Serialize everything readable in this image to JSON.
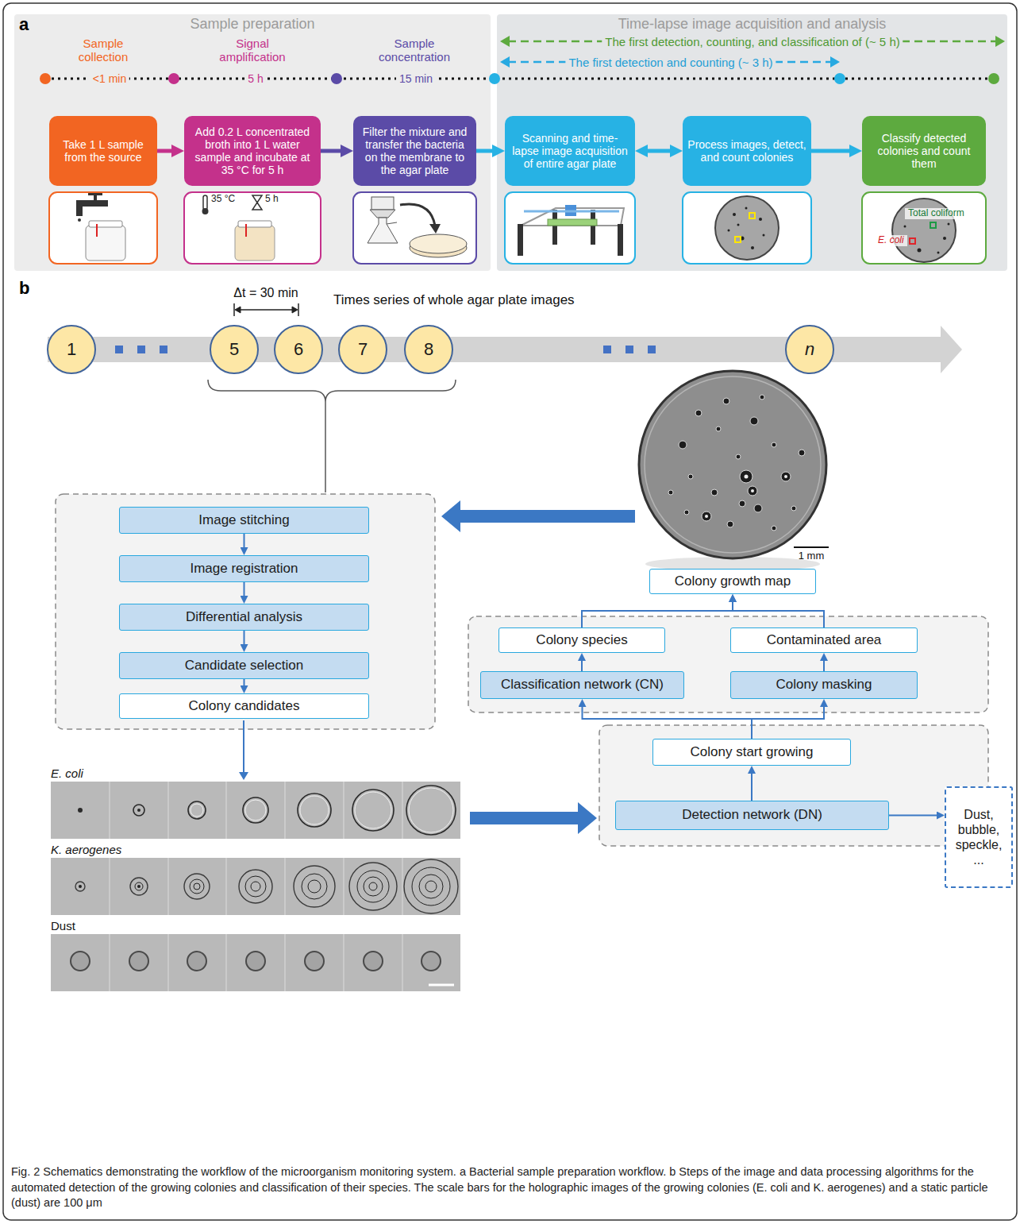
{
  "diagram": {
    "caption": "Fig. 2 Schematics demonstrating the workflow of the microorganism monitoring system. a Bacterial sample preparation workflow. b Steps of the image and data processing algorithms for the automated detection of the growing colonies and classification of their species. The scale bars for the holographic images of the growing colonies (E. coli and K. aerogenes) and a static particle (dust) are 100 μm",
    "nodes": [
      {
        "text": [
          "Sample preparation"
        ]
      },
      {
        "text": [
          "Take 1 L sample from the source"
        ],
        "in": 0
      },
      {
        "text": [
          "Add 0.2 L concentrated broth into 1 L water sample and incubate at 35 °C for 5 h"
        ],
        "in": 0
      },
      {
        "text": [
          "Filter the mixture and transfer the bacteria on the membrane to the agar plate"
        ],
        "in": 0
      },
      {
        "text": [
          "Time-lapse image acquisition and analysis"
        ]
      },
      {
        "text": [
          "Scanning and time-lapse image acquisition of entire agar plate"
        ],
        "in": 4
      },
      {
        "text": [
          "Process images, detect, and count colonies"
        ],
        "in": 4
      },
      {
        "text": [
          "Classify detected colonies and count them"
        ],
        "in": 4
      },
      {
        "text": [
          "1"
        ]
      },
      {
        "text": [
          "5"
        ]
      },
      {
        "text": [
          "6"
        ]
      },
      {
        "text": [
          "7"
        ]
      },
      {
        "text": [
          "8"
        ]
      },
      {
        "text": [
          "n"
        ]
      },
      {
        "text": [
          "Image stitching"
        ]
      },
      {
        "text": [
          "Image registration"
        ]
      },
      {
        "text": [
          "Differential analysis"
        ]
      },
      {
        "text": [
          "Candidate selection"
        ]
      },
      {
        "text": [
          "Colony candidates"
        ]
      },
      {
        "text": [
          "Colony growth map"
        ]
      },
      {
        "text": [
          "Colony species"
        ]
      },
      {
        "text": [
          "Contaminated area"
        ]
      },
      {
        "text": [
          "Classification network (CN)"
        ]
      },
      {
        "text": [
          "Colony masking"
        ]
      },
      {
        "text": [
          "Colony start growing"
        ]
      },
      {
        "text": [
          "Detection network (DN)"
        ]
      },
      {
        "text": [
          "Dust, bubble, speckle, ..."
        ]
      }
    ],
    "edges": [
      {
        "from": 1,
        "to": 2,
        "arrow": "to"
      },
      {
        "from": 2,
        "to": 3,
        "arrow": "to"
      },
      {
        "from": 3,
        "to": 5,
        "arrow": "to"
      },
      {
        "from": 5,
        "to": 6,
        "arrow": "both"
      },
      {
        "from": 6,
        "to": 7,
        "arrow": "to"
      },
      {
        "from": 14,
        "to": 15,
        "arrow": "to"
      },
      {
        "from": 15,
        "to": 16,
        "arrow": "to"
      },
      {
        "from": 16,
        "to": 17,
        "arrow": "to"
      },
      {
        "from": 17,
        "to": 18,
        "arrow": "to"
      },
      {
        "from": 25,
        "to": 24,
        "arrow": "to"
      },
      {
        "from": 24,
        "to": 22,
        "arrow": "to"
      },
      {
        "from": 24,
        "to": 23,
        "arrow": "to"
      },
      {
        "from": 22,
        "to": 20,
        "arrow": "to"
      },
      {
        "from": 23,
        "to": 21,
        "arrow": "to"
      },
      {
        "from": 20,
        "to": 19,
        "arrow": "to"
      },
      {
        "from": 21,
        "to": 19,
        "arrow": "to"
      },
      {
        "from": 25,
        "to": 26,
        "arrow": "to"
      }
    ],
    "labels": [
      "a",
      "Sample collection",
      "Signal amplification",
      "Sample concentration",
      "<1 min",
      "5 h",
      "15 min",
      "The first detection, counting, and classification of (~ 5 h)",
      "The first detection and counting (~ 3 h)",
      "35 °C",
      "5 h",
      "Total coliform",
      "E. coli",
      "b",
      "Δt = 30 min",
      "Times series of whole agar plate images",
      "1 mm",
      "E. coli",
      "K. aerogenes",
      "Dust"
    ]
  }
}
